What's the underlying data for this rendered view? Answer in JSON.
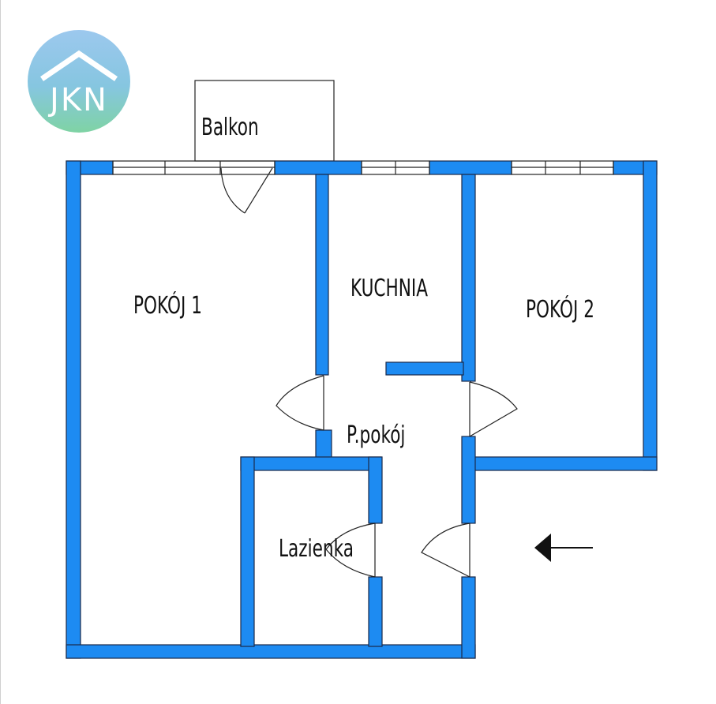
{
  "logo": {
    "text": "JKN",
    "colors": {
      "top": "#8fc3ea",
      "bottom": "#7fd0a8",
      "text": "#ffffff"
    }
  },
  "rooms": {
    "balkon": "Balkon",
    "pokoj1": "POKÓJ 1",
    "kuchnia": "KUCHNIA",
    "pokoj2": "POKÓJ 2",
    "przedpokoj": "P.pokój",
    "lazienka": "Lazienka"
  },
  "entrance_arrow": {
    "icon": "arrow-left-icon"
  },
  "colors": {
    "wall": "#1d8bf2",
    "wall_outline": "#1a2a4a",
    "line": "#222222"
  }
}
